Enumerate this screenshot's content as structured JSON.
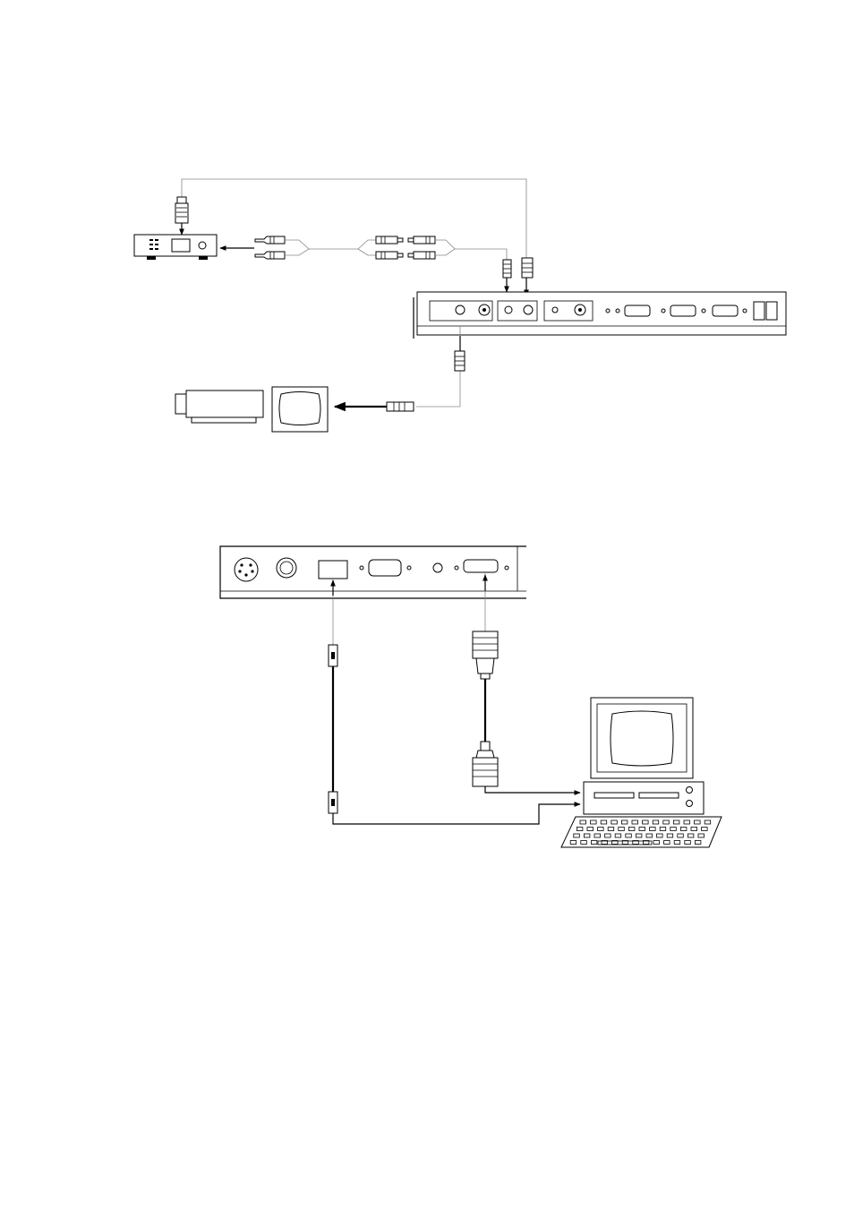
{
  "page": {
    "background": "#ffffff",
    "line_color": "#000000",
    "cable_color": "#888888"
  },
  "diagrams": [
    {
      "name": "av-connection-diagram",
      "devices": [
        "audio-receiver-icon",
        "display-rear-panel",
        "projector-icon",
        "monitor-icon"
      ]
    },
    {
      "name": "pc-connection-diagram",
      "devices": [
        "panel-rear-closeup",
        "computer-icon",
        "keyboard-icon"
      ]
    }
  ]
}
